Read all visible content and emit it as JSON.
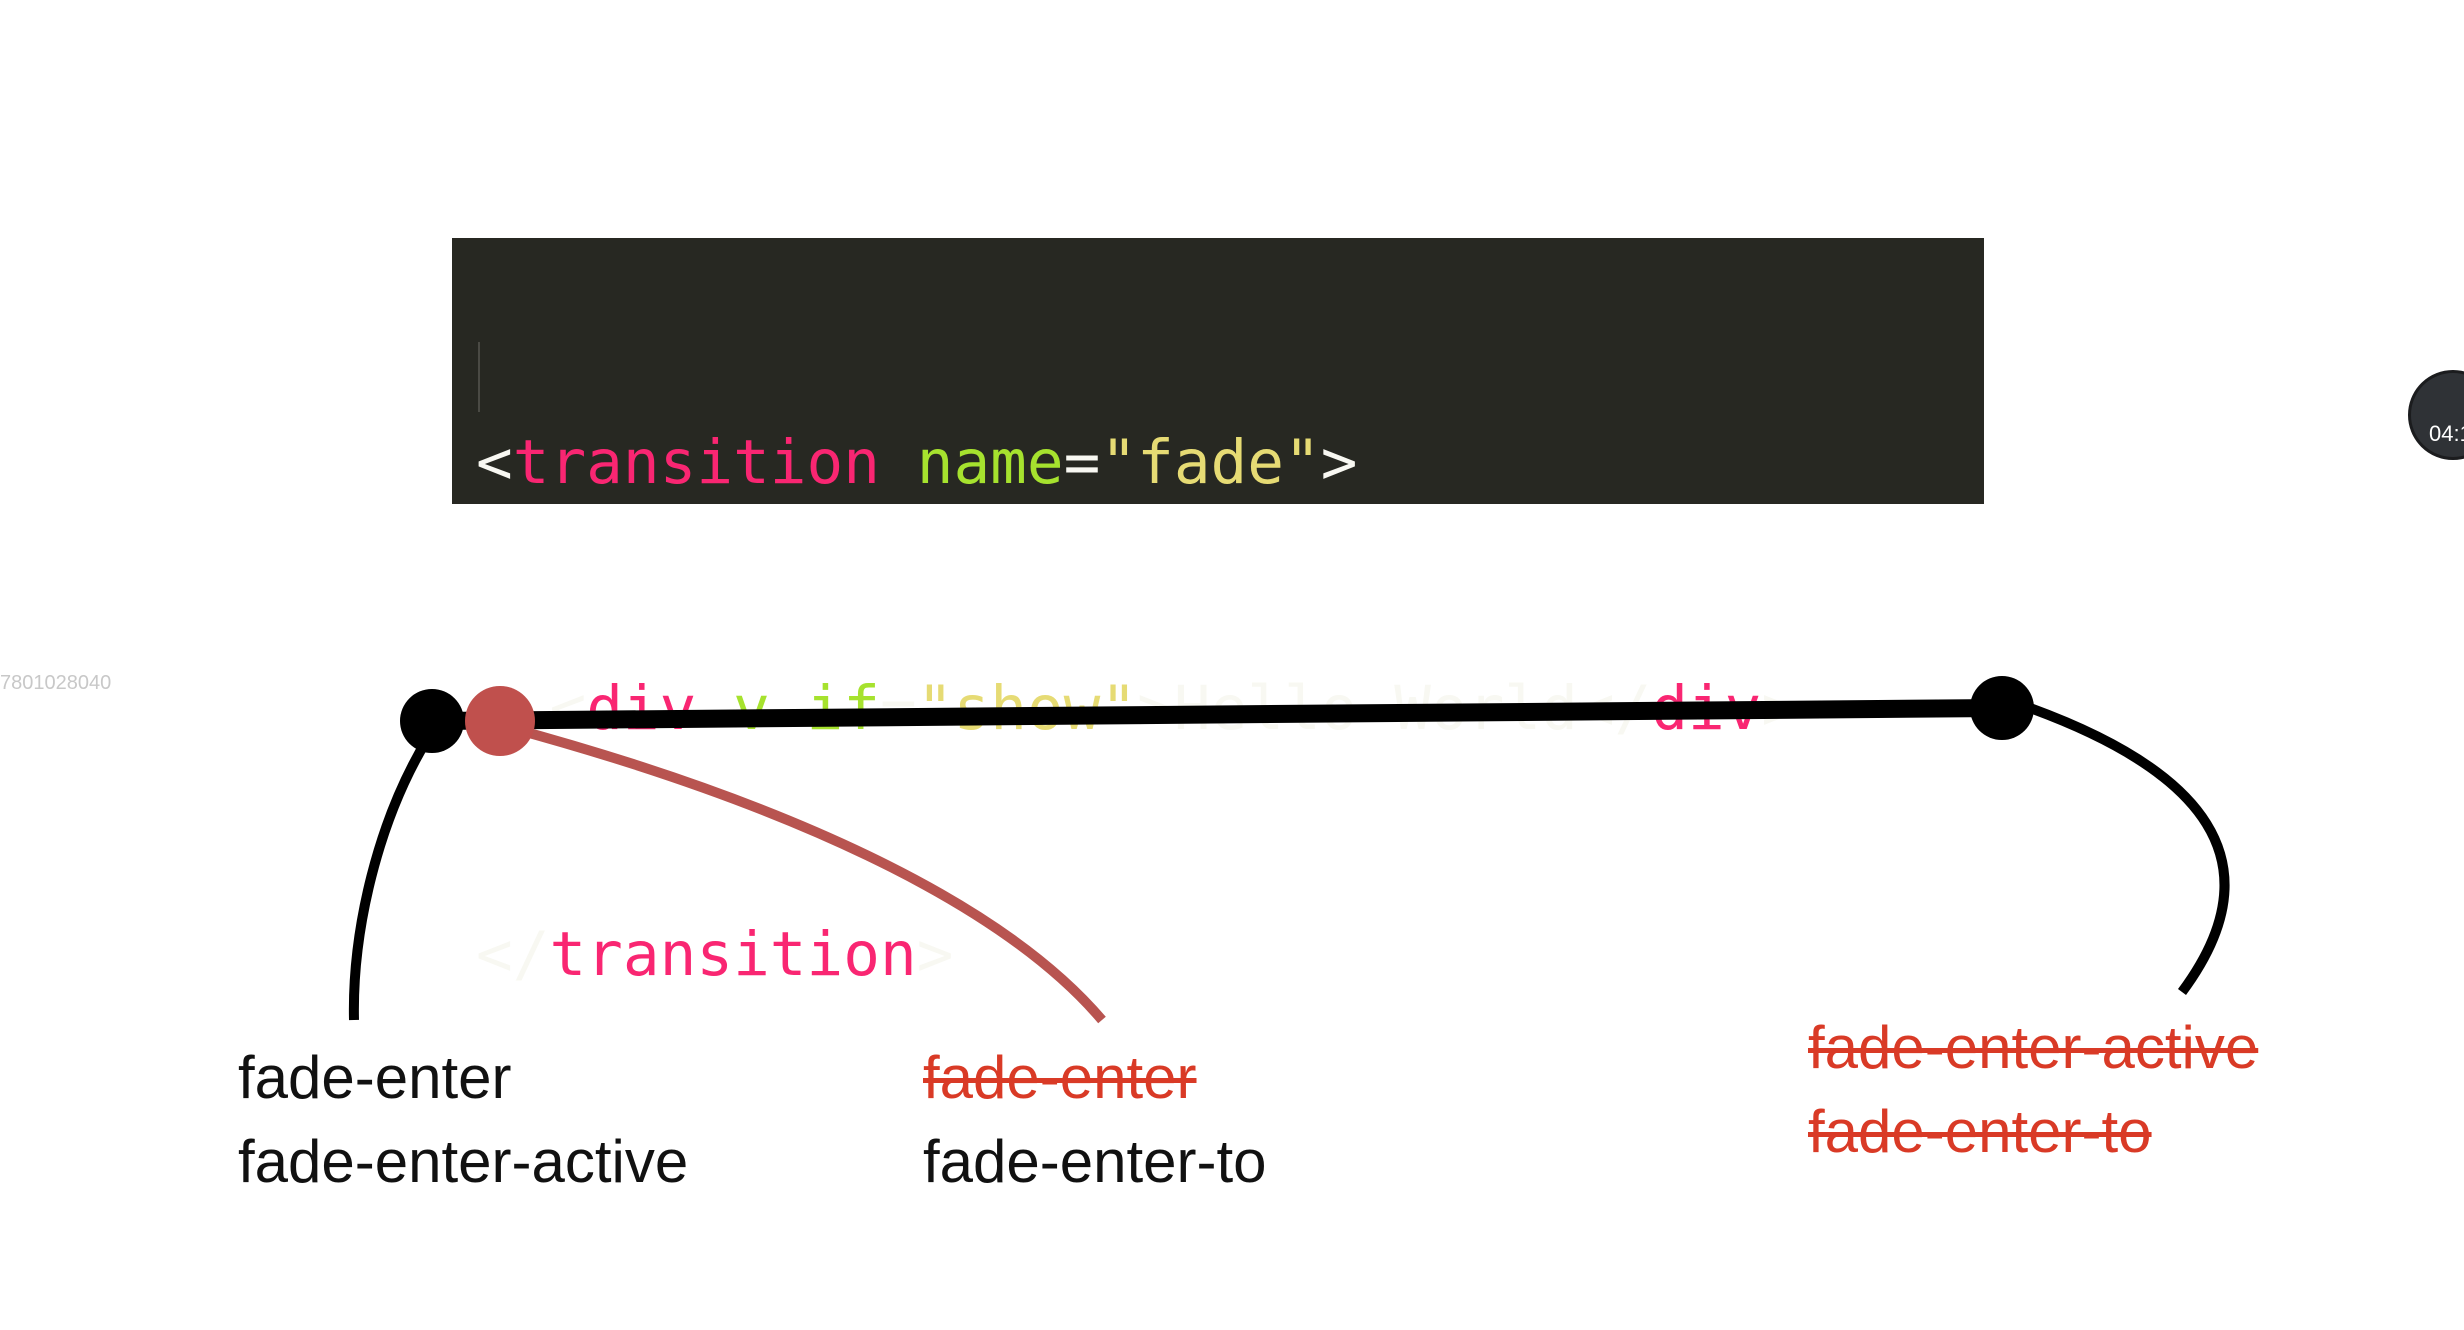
{
  "code": {
    "line1": [
      {
        "cls": "tok-punct",
        "text": "<"
      },
      {
        "cls": "tok-tag",
        "text": "transition"
      },
      {
        "cls": "tok-text",
        "text": " "
      },
      {
        "cls": "tok-attr",
        "text": "name"
      },
      {
        "cls": "tok-punct",
        "text": "="
      },
      {
        "cls": "tok-str",
        "text": "\"fade\""
      },
      {
        "cls": "tok-punct",
        "text": ">"
      }
    ],
    "line2": [
      {
        "cls": "tok-text",
        "text": "  "
      },
      {
        "cls": "tok-punct",
        "text": "<"
      },
      {
        "cls": "tok-tag",
        "text": "div"
      },
      {
        "cls": "tok-text",
        "text": " "
      },
      {
        "cls": "tok-attr",
        "text": "v-if"
      },
      {
        "cls": "tok-punct",
        "text": "="
      },
      {
        "cls": "tok-str",
        "text": "\"show\""
      },
      {
        "cls": "tok-punct",
        "text": ">"
      },
      {
        "cls": "tok-text",
        "text": "Hello World"
      },
      {
        "cls": "tok-punct",
        "text": "</"
      },
      {
        "cls": "tok-tag",
        "text": "div"
      },
      {
        "cls": "tok-punct",
        "text": ">"
      }
    ],
    "line3": [
      {
        "cls": "tok-punct",
        "text": "</"
      },
      {
        "cls": "tok-tag",
        "text": "transition"
      },
      {
        "cls": "tok-punct",
        "text": ">"
      }
    ]
  },
  "labels": {
    "start_1": "fade-enter",
    "start_2": "fade-enter-active",
    "next_frame_removed": "fade-enter",
    "next_frame_added": "fade-enter-to",
    "end_removed_1": "fade-enter-active",
    "end_removed_2": "fade-enter-to"
  },
  "side_id": "7801028040",
  "timer": "04:1",
  "colors": {
    "timeline": "#000000",
    "highlight_dot": "#c0504d",
    "highlight_curve": "#b85450",
    "removed_text": "#d93a26",
    "code_bg": "#272822"
  }
}
